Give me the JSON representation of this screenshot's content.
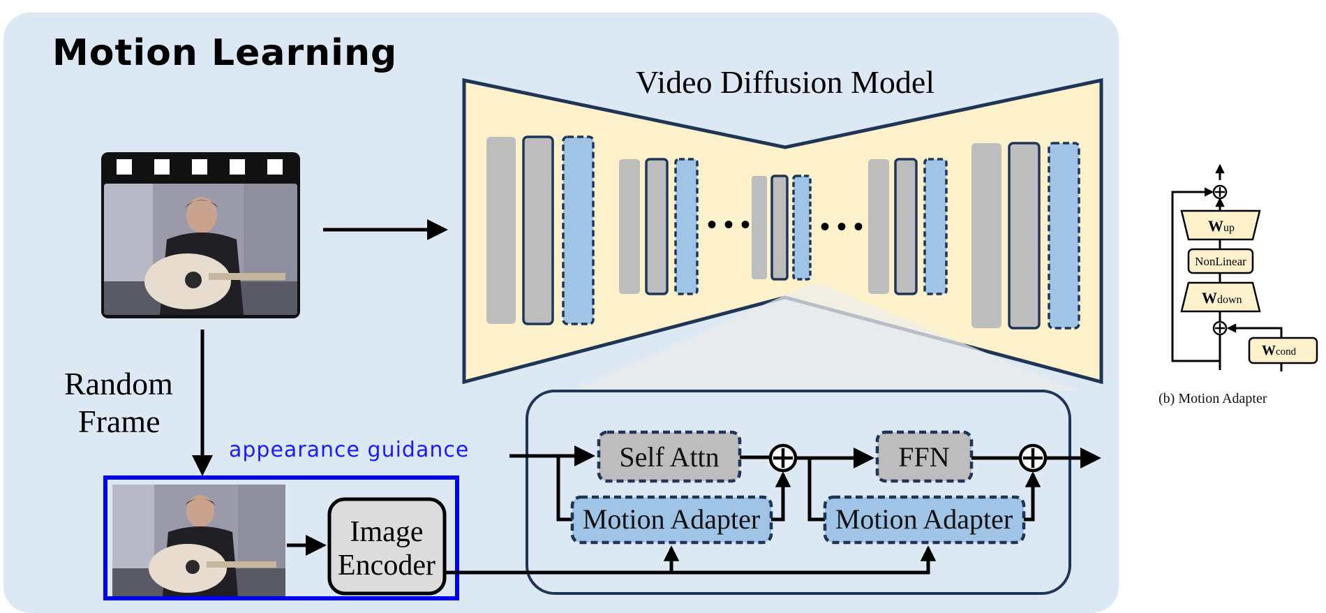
{
  "panel": {
    "title": "Motion Learning"
  },
  "left": {
    "random_frame_line1": "Random",
    "random_frame_line2": "Frame",
    "appearance_guidance": "appearance guidance"
  },
  "model": {
    "title": "Video Diffusion Model",
    "ellipsis": "• • •"
  },
  "encoder": {
    "line1": "Image",
    "line2": "Encoder"
  },
  "block": {
    "self_attn": "Self Attn",
    "ffn": "FFN",
    "motion_adapter_1": "Motion Adapter",
    "motion_adapter_2": "Motion Adapter",
    "plus": "+"
  },
  "adapter_detail": {
    "w_up_main": "W",
    "w_up_sub": "up",
    "nonlinear": "NonLinear",
    "w_down_main": "W",
    "w_down_sub": "down",
    "w_cond_main": "W",
    "w_cond_sub": "cond",
    "caption": "(b) Motion Adapter"
  },
  "colors": {
    "panel_bg": "#dce8f4",
    "trapezoid_fill": "#fdf1cc",
    "navy": "#1e3557",
    "gray_block": "#bdbdbd",
    "blue_block": "#9fc4e6",
    "guidance_blue": "#1a1aff",
    "encoder_border": "#0000ee"
  }
}
